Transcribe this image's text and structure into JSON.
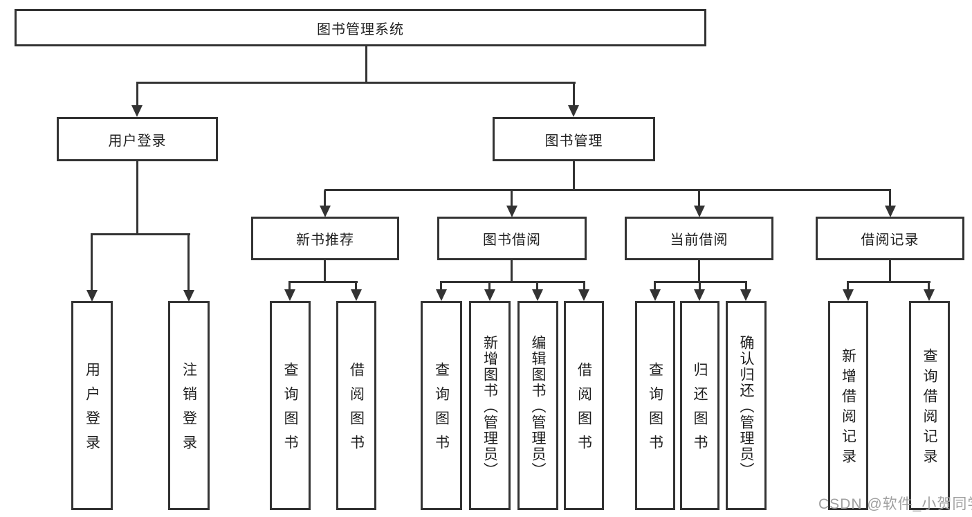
{
  "diagram": {
    "root": {
      "label": "图书管理系统"
    },
    "branches": [
      {
        "label": "用户登录",
        "children": [
          {
            "label": "用户登录"
          },
          {
            "label": "注销登录"
          }
        ]
      },
      {
        "label": "图书管理",
        "groups": [
          {
            "label": "新书推荐",
            "children": [
              {
                "label": "查询图书"
              },
              {
                "label": "借阅图书"
              }
            ]
          },
          {
            "label": "图书借阅",
            "children": [
              {
                "label": "查询图书"
              },
              {
                "label": "新增图书（管理员）"
              },
              {
                "label": "编辑图书（管理员）"
              },
              {
                "label": "借阅图书"
              }
            ]
          },
          {
            "label": "当前借阅",
            "children": [
              {
                "label": "查询图书"
              },
              {
                "label": "归还图书"
              },
              {
                "label": "确认归还（管理员）"
              }
            ]
          },
          {
            "label": "借阅记录",
            "children": [
              {
                "label": "新增借阅记录"
              },
              {
                "label": "查询借阅记录"
              }
            ]
          }
        ]
      }
    ],
    "watermark": "CSDN @软件_小贺同学",
    "colors": {
      "line": "#333333",
      "box_border": "#333333",
      "box_background": "#ffffff",
      "text": "#1f1f1f",
      "watermark": "#a0a0a0",
      "page_background": "#ffffff"
    }
  }
}
